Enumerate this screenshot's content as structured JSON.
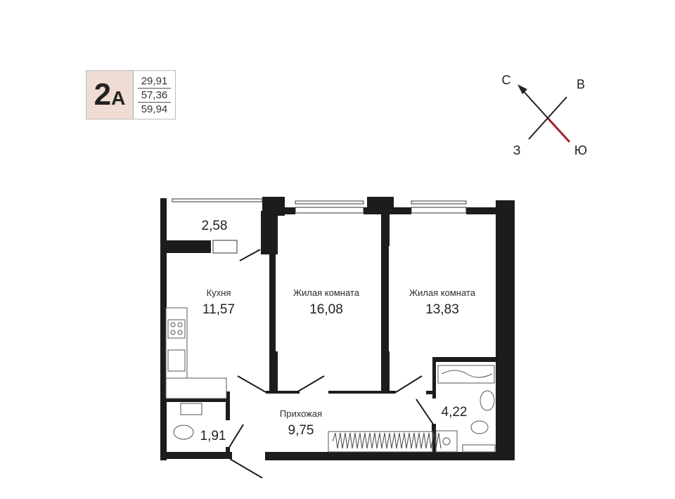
{
  "apartment": {
    "type_number": "2",
    "type_letter": "А",
    "areas": [
      "29,91",
      "57,36",
      "59,94"
    ]
  },
  "compass": {
    "north": "С",
    "east": "В",
    "west": "З",
    "south": "Ю",
    "south_color": "#a3202e"
  },
  "rooms": {
    "balcony": {
      "area": "2,58"
    },
    "kitchen": {
      "name": "Кухня",
      "area": "11,57"
    },
    "living1": {
      "name": "Жилая комната",
      "area": "16,08"
    },
    "living2": {
      "name": "Жилая комната",
      "area": "13,83"
    },
    "hallway": {
      "name": "Прихожая",
      "area": "9,75"
    },
    "bathroom": {
      "area": "4,22"
    },
    "wc": {
      "area": "1,91"
    }
  }
}
